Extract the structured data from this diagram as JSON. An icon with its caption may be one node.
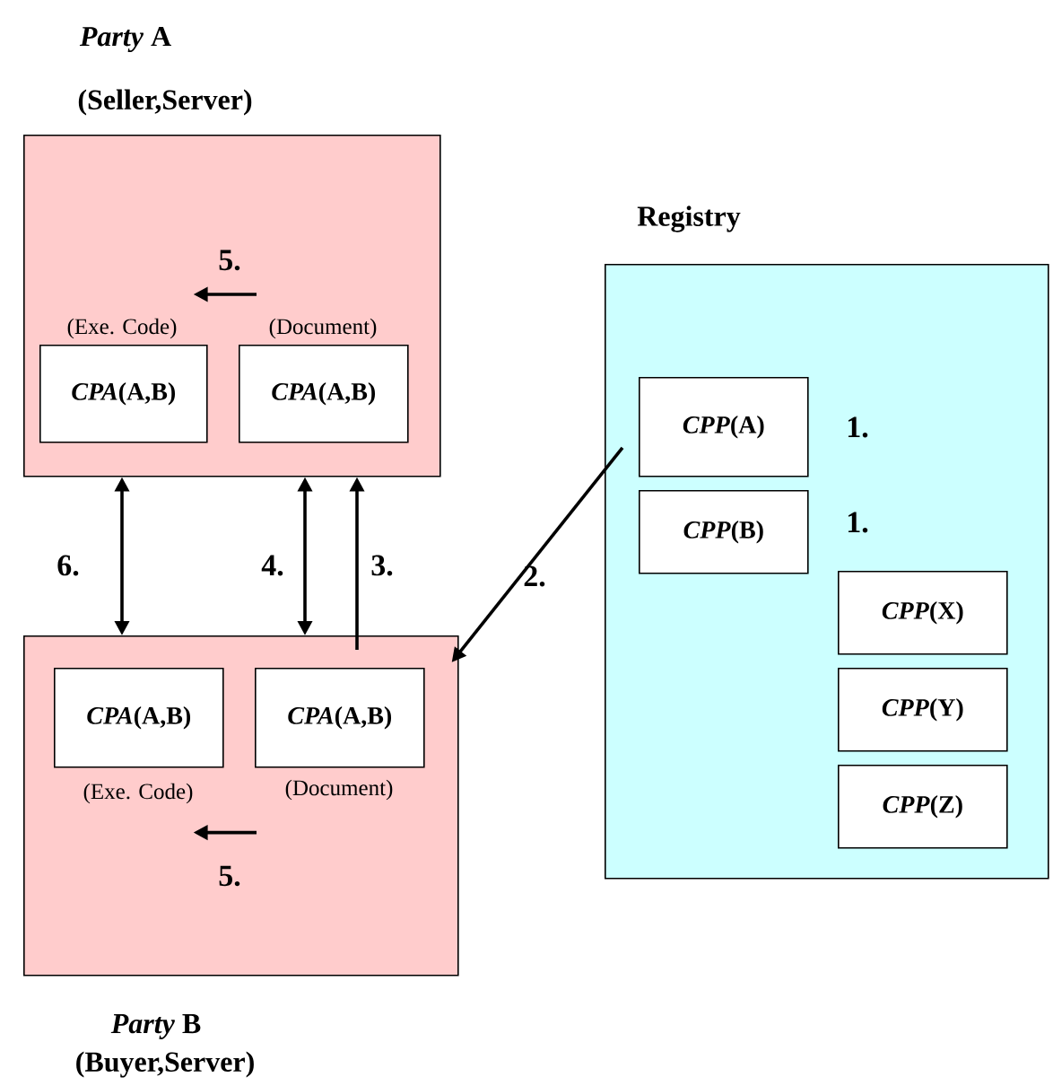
{
  "diagram": {
    "nodes": [
      {
        "text": [
          "*Party* A",
          "(Seller,Server)"
        ]
      },
      {
        "text": [
          "*CPA*(A,B)"
        ],
        "in": 0,
        "beside": [
          "(Exe. Code)"
        ]
      },
      {
        "text": [
          "*CPA*(A,B)"
        ],
        "in": 0,
        "beside": [
          "(Document)"
        ]
      },
      {
        "text": [
          "Registry"
        ]
      },
      {
        "text": [
          "*CPP*(A)"
        ],
        "in": 3,
        "beside": [
          "1."
        ]
      },
      {
        "text": [
          "*CPP*(B)"
        ],
        "in": 3,
        "beside": [
          "1."
        ]
      },
      {
        "text": [
          "*CPP*(X)"
        ],
        "in": 3
      },
      {
        "text": [
          "*CPP*(Y)"
        ],
        "in": 3
      },
      {
        "text": [
          "*CPP*(Z)"
        ],
        "in": 3
      },
      {
        "text": [
          "*Party* B",
          "(Buyer,Server)"
        ]
      },
      {
        "text": [
          "*CPA*(A,B)"
        ],
        "in": 9,
        "beside": [
          "(Exe. Code)"
        ]
      },
      {
        "text": [
          "*CPA*(A,B)"
        ],
        "in": 9,
        "beside": [
          "(Document)"
        ]
      }
    ],
    "edges": [
      {
        "from": 4,
        "to": 9,
        "arrow": "to",
        "label": "2."
      },
      {
        "from": 9,
        "to": 0,
        "arrow": "to",
        "label": "3."
      },
      {
        "from": 0,
        "to": 9,
        "arrow": "both",
        "label": "4."
      },
      {
        "from": 0,
        "to": 9,
        "arrow": "both",
        "label": "6."
      },
      {
        "from": 2,
        "to": 1,
        "arrow": "to",
        "label": "5."
      },
      {
        "from": 11,
        "to": 10,
        "arrow": "to",
        "label": "5."
      }
    ]
  }
}
